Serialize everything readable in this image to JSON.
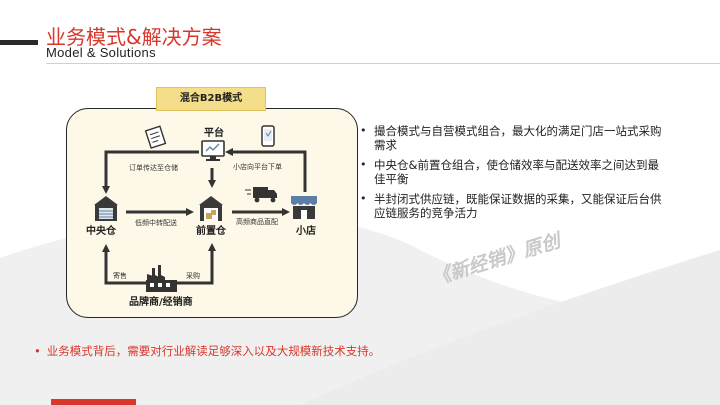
{
  "header": {
    "title": "业务模式&解决方案",
    "subtitle": "Model & Solutions"
  },
  "diagram": {
    "title": "混合B2B模式",
    "nodes": {
      "platform": "平台",
      "central_warehouse": "中央仓",
      "front_warehouse": "前置仓",
      "store": "小店",
      "brand": "品牌商/经销商"
    },
    "edges": {
      "order_to_warehouse": "订单传达至仓储",
      "store_order": "小店向平台下单",
      "low_freq_relay": "低频中转配送",
      "high_freq_direct": "高频商品直配",
      "consignment": "寄售",
      "procurement": "采购"
    }
  },
  "bullets": [
    "撮合模式与自营模式组合，最大化的满足门店一站式采购需求",
    "中央仓&前置仓组合，使仓储效率与配送效率之间达到最佳平衡",
    "半封闭式供应链，既能保证数据的采集，又能保证后台供应链服务的竞争活力"
  ],
  "watermark": "《新经销》原创",
  "footer_note": "业务模式背后，需要对行业解读足够深入以及大规模新技术支持。",
  "colors": {
    "accent_red": "#d9372b",
    "diagram_bg": "#fdf8e7",
    "diagram_title_bg": "#f5de89",
    "icon_dark": "#3a3a3a",
    "icon_blue": "#5b7fa6"
  }
}
